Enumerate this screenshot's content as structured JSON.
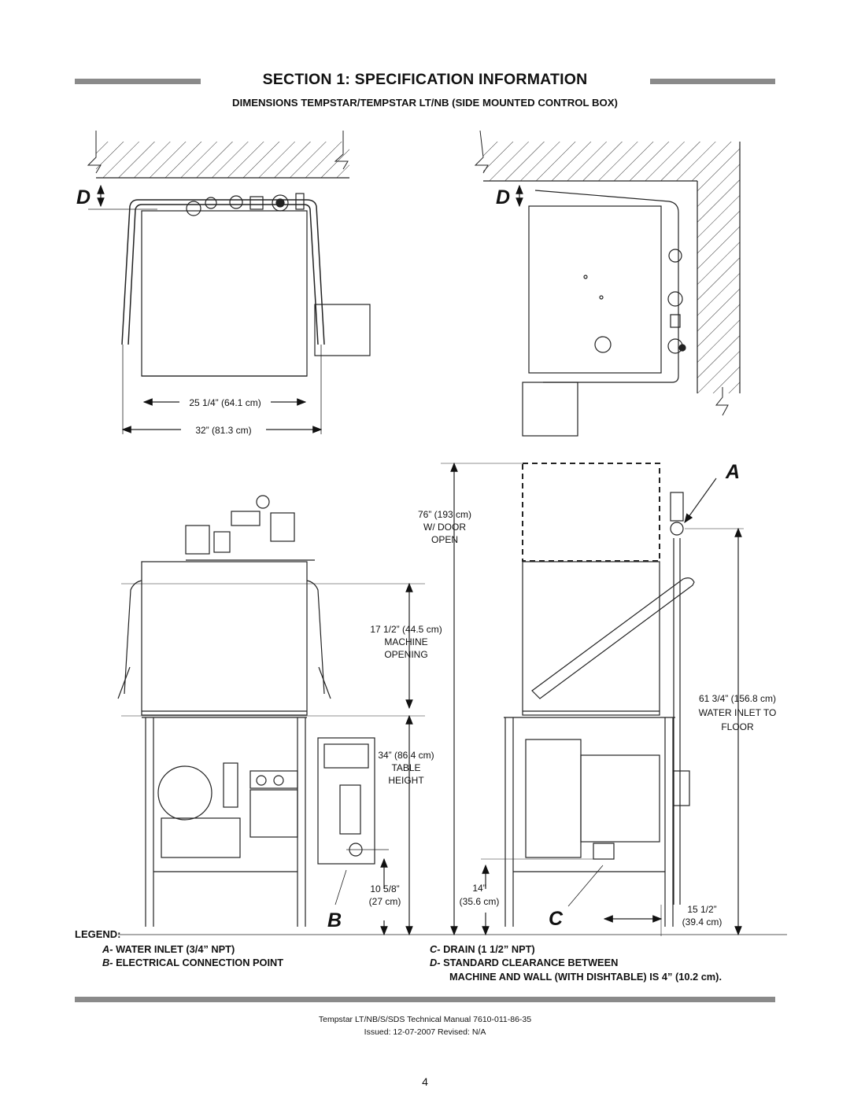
{
  "header": {
    "title": "SECTION 1: SPECIFICATION INFORMATION",
    "subtitle": "DIMENSIONS TEMPSTAR/TEMPSTAR LT/NB (SIDE MOUNTED CONTROL BOX)"
  },
  "drawings": {
    "top_left_marker": "D",
    "top_right_marker": "D",
    "width_inner": "25 1/4” (64.1 cm)",
    "width_outer": "32” (81.3 cm)",
    "marker_a": "A",
    "marker_b": "B",
    "marker_c": "C",
    "height_door_open": [
      "76” (193 cm)",
      "W/ DOOR",
      "OPEN"
    ],
    "machine_opening": [
      "17 1/2” (44.5 cm)",
      "MACHINE",
      "OPENING"
    ],
    "table_height": [
      "34” (86.4 cm)",
      "TABLE",
      "HEIGHT"
    ],
    "water_inlet_height": [
      "61 3/4” (156.8 cm)",
      "WATER INLET TO",
      "FLOOR"
    ],
    "elec_height": [
      "10 5/8”",
      "(27 cm)"
    ],
    "drain_height": [
      "14”",
      "(35.6 cm)"
    ],
    "drain_offset": [
      "15 1/2”",
      "(39.4 cm)"
    ]
  },
  "legend": {
    "title": "LEGEND:",
    "a_key": "A-",
    "a_text": " WATER INLET (3/4” NPT)",
    "b_key": "B-",
    "b_text": " ELECTRICAL CONNECTION POINT",
    "c_key": "C-",
    "c_text": " DRAIN (1 1/2” NPT)",
    "d_key": "D-",
    "d_text": " STANDARD CLEARANCE BETWEEN",
    "d_text2": "MACHINE AND WALL (WITH DISHTABLE) IS 4” (10.2 cm)."
  },
  "footer": {
    "line1": "Tempstar LT/NB/S/SDS Technical Manual 7610-011-86-35",
    "line2": "Issued: 12-07-2007  Revised: N/A",
    "page_number": "4"
  }
}
